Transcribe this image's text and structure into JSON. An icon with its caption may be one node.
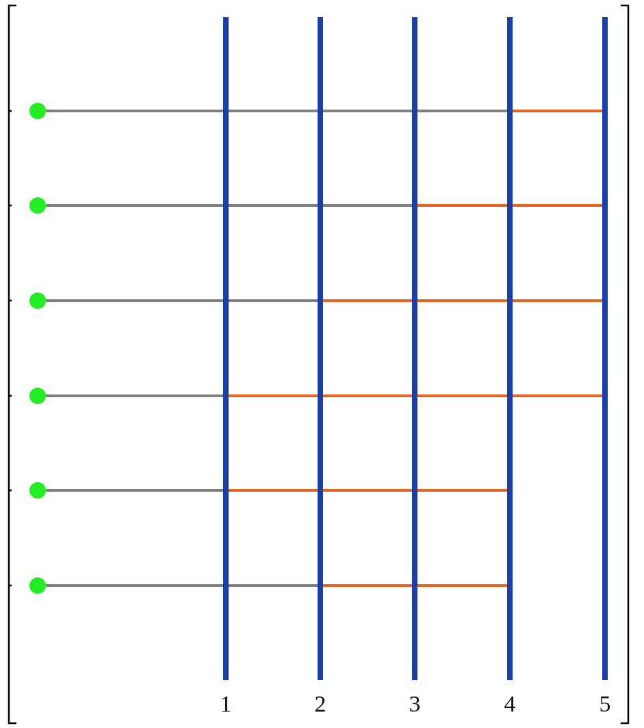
{
  "diagram": {
    "nodes": [
      {
        "text": [
          "1"
        ]
      },
      {
        "text": [
          "2"
        ]
      },
      {
        "text": [
          "3"
        ]
      },
      {
        "text": [
          "4"
        ]
      },
      {
        "text": [
          "5"
        ]
      },
      {
        "text": [],
        "shape": "circle"
      },
      {
        "text": [],
        "shape": "circle"
      },
      {
        "text": [],
        "shape": "circle"
      },
      {
        "text": [],
        "shape": "circle"
      },
      {
        "text": [],
        "shape": "circle"
      },
      {
        "text": [],
        "shape": "circle"
      }
    ],
    "edges": [
      {
        "from": 5,
        "to": 3,
        "arrow": "none",
        "color": "#808080"
      },
      {
        "from": 3,
        "to": 4,
        "arrow": "none",
        "color": "#e8641e"
      },
      {
        "from": 6,
        "to": 2,
        "arrow": "none",
        "color": "#808080"
      },
      {
        "from": 2,
        "to": 4,
        "arrow": "none",
        "color": "#e8641e"
      },
      {
        "from": 7,
        "to": 1,
        "arrow": "none",
        "color": "#808080"
      },
      {
        "from": 1,
        "to": 4,
        "arrow": "none",
        "color": "#e8641e"
      },
      {
        "from": 8,
        "to": 0,
        "arrow": "none",
        "color": "#808080"
      },
      {
        "from": 0,
        "to": 4,
        "arrow": "none",
        "color": "#e8641e"
      },
      {
        "from": 9,
        "to": 0,
        "arrow": "none",
        "color": "#808080"
      },
      {
        "from": 0,
        "to": 3,
        "arrow": "none",
        "color": "#e8641e"
      },
      {
        "from": 10,
        "to": 1,
        "arrow": "none",
        "color": "#808080"
      },
      {
        "from": 1,
        "to": 3,
        "arrow": "none",
        "color": "#e8641e"
      }
    ]
  }
}
